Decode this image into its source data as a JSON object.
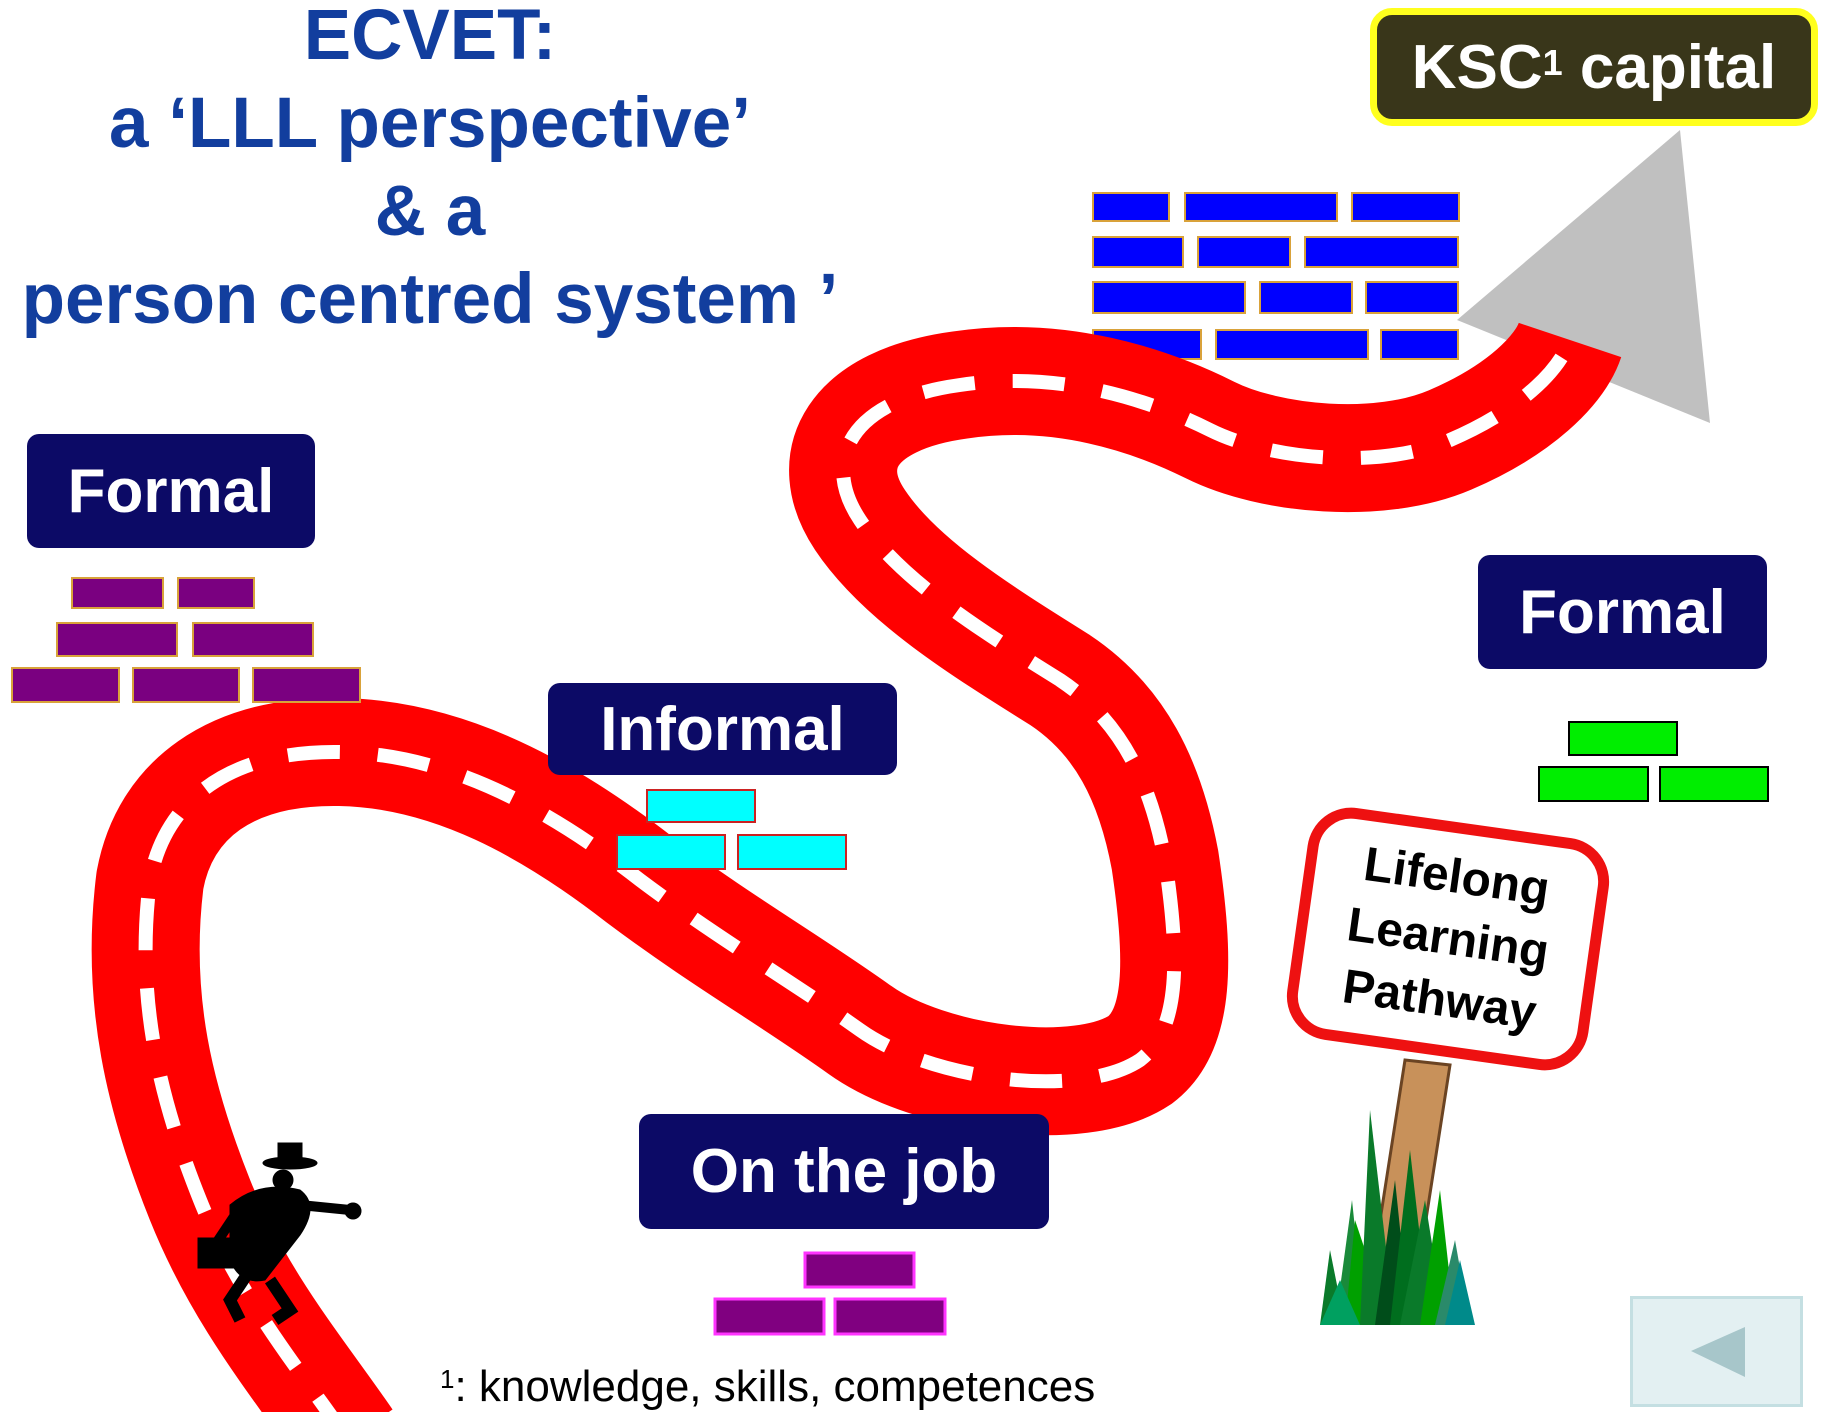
{
  "title": {
    "lines": [
      "ECVET:",
      "a ‘LLL perspective’",
      "& a",
      "person centred system ’"
    ]
  },
  "goal": {
    "label": "KSC",
    "superscript": "1",
    "label_suffix": " capital"
  },
  "labels": {
    "formal_left": "Formal",
    "informal": "Informal",
    "on_the_job": "On the job",
    "formal_right": "Formal"
  },
  "signpost": {
    "lines": [
      "Lifelong",
      "Learning",
      "Pathway"
    ]
  },
  "footnote": {
    "superscript": "1",
    "text": ": knowledge, skills, competences"
  },
  "colors": {
    "title": "#123e9e",
    "label_box": "#0c0a66",
    "road": "#ff0000",
    "road_marking": "#ffffff",
    "bricks_formal_left": "#7a0080",
    "bricks_informal": "#00ffff",
    "bricks_on_the_job": "#800080",
    "bricks_formal_right": "#00ee00",
    "bricks_top": "#0000ff",
    "goal_box": "#39361a",
    "goal_border": "#ffff1e",
    "arrow": "#c0c0c0"
  },
  "icons": {
    "traveller": "walking-man-with-briefcase-icon",
    "back": "back-arrow-icon",
    "grass": "grass-icon"
  }
}
